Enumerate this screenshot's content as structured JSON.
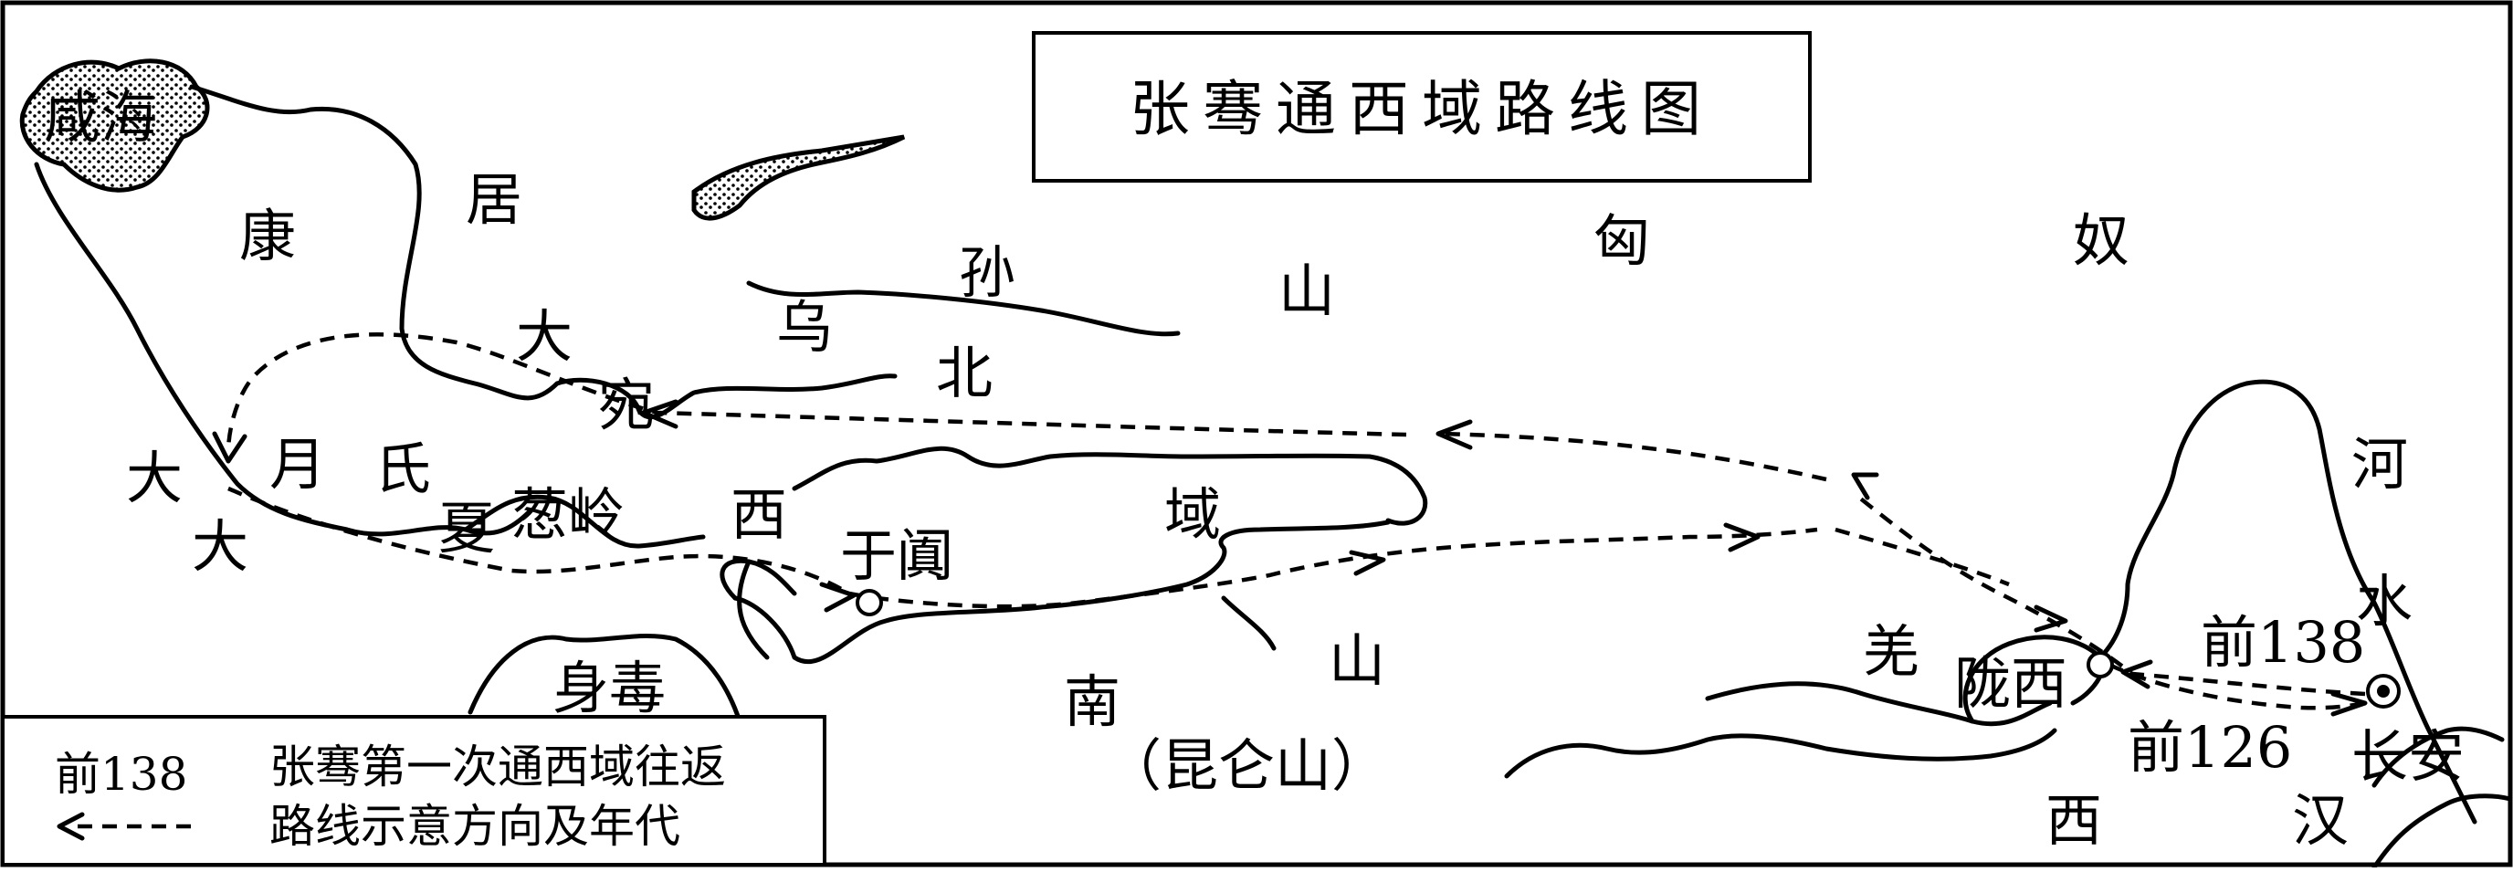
{
  "map": {
    "title": "张骞通西域路线图",
    "regions": {
      "xianhai": "咸海",
      "kang": "康",
      "ju": "居",
      "da_yuan_1": "大",
      "da_yuan_2": "宛",
      "wu": "乌",
      "sun": "孙",
      "shan_north": "山",
      "bei": "北",
      "xiong": "匈",
      "nu": "奴",
      "dayuezhi_da": "大",
      "dayuezhi_yue": "月",
      "dayuezhi_shi": "氏",
      "daxia_da": "大",
      "daxia_xia": "夏",
      "congling": "葱岭",
      "xi": "西",
      "yu": "域",
      "yutian": "于阗",
      "shendu": "身毒",
      "nan": "南",
      "shan_south": "山",
      "kunlun": "（昆仑山）",
      "qiang": "羌",
      "longxi": "陇西",
      "he": "河",
      "shui": "水",
      "changan": "长安",
      "xihan_xi": "西",
      "xihan_han": "汉",
      "year_138": "前138",
      "year_126": "前126"
    },
    "legend": {
      "year": "前138",
      "line1": "张骞第一次通西域往返",
      "line2": "路线示意方向及年代"
    },
    "colors": {
      "ink": "#000000",
      "background": "#ffffff"
    }
  }
}
